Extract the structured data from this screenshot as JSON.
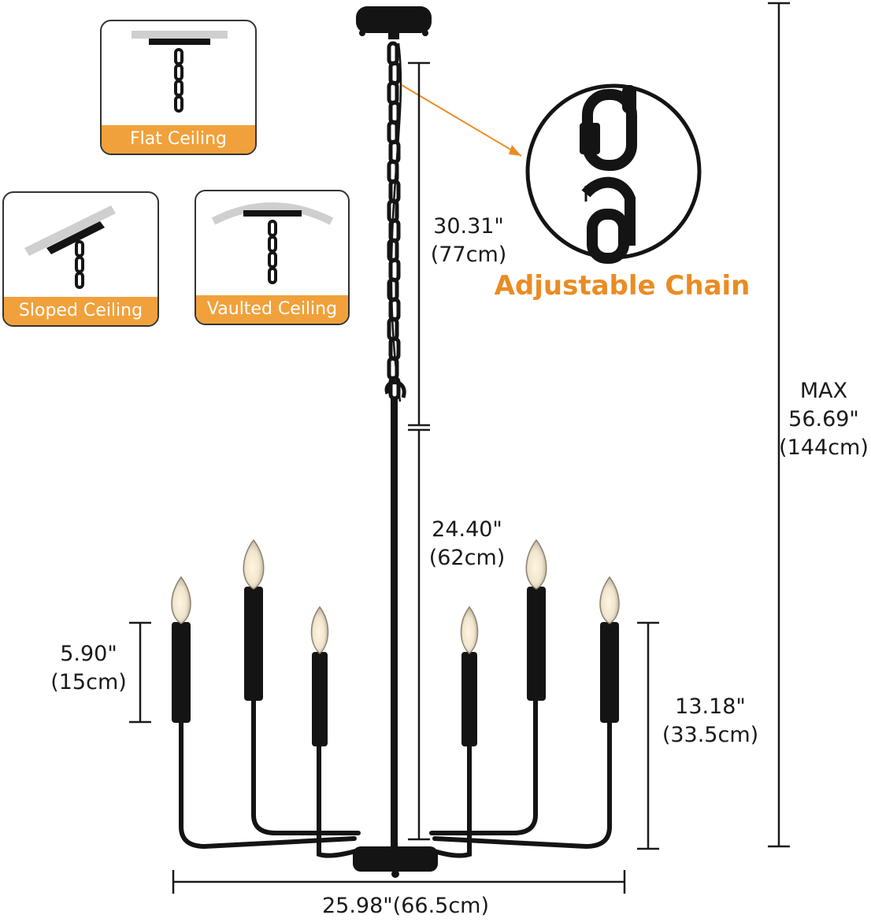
{
  "mount_types": [
    {
      "label": "Flat Ceiling",
      "icon": "flat-ceiling-icon"
    },
    {
      "label": "Sloped Ceiling",
      "icon": "sloped-ceiling-icon"
    },
    {
      "label": "Vaulted Ceiling",
      "icon": "vaulted-ceiling-icon"
    }
  ],
  "callout": {
    "label": "Adjustable Chain",
    "color": "#ea8c23"
  },
  "dimensions": {
    "chain_in": "30.31\"",
    "chain_cm": "(77cm)",
    "rod_in": "24.40\"",
    "rod_cm": "(62cm)",
    "candle_in": "5.90\"",
    "candle_cm": "(15cm)",
    "body_in": "13.18\"",
    "body_cm": "(33.5cm)",
    "max_label": "MAX",
    "max_in": "56.69\"",
    "max_cm": "(144cm)",
    "width": "25.98\"(66.5cm)"
  },
  "colors": {
    "accent": "#f1a13b",
    "fixture": "#141414",
    "line": "#1a1a1a"
  }
}
